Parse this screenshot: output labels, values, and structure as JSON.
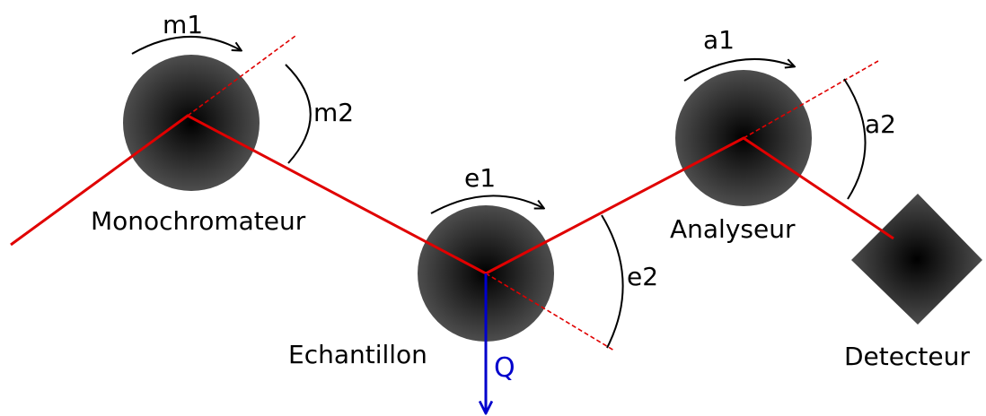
{
  "colors": {
    "beam": "#e00000",
    "q_vector": "#0000cc",
    "arc": "#000000",
    "text": "#000000"
  },
  "components": {
    "monochromator": "Monochromateur",
    "sample": "Echantillon",
    "analyzer": "Analyseur",
    "detector": "Detecteur"
  },
  "angles": {
    "m1": "m1",
    "m2": "m2",
    "e1": "e1",
    "e2": "e2",
    "a1": "a1",
    "a2": "a2"
  },
  "vector": {
    "q": "Q"
  }
}
